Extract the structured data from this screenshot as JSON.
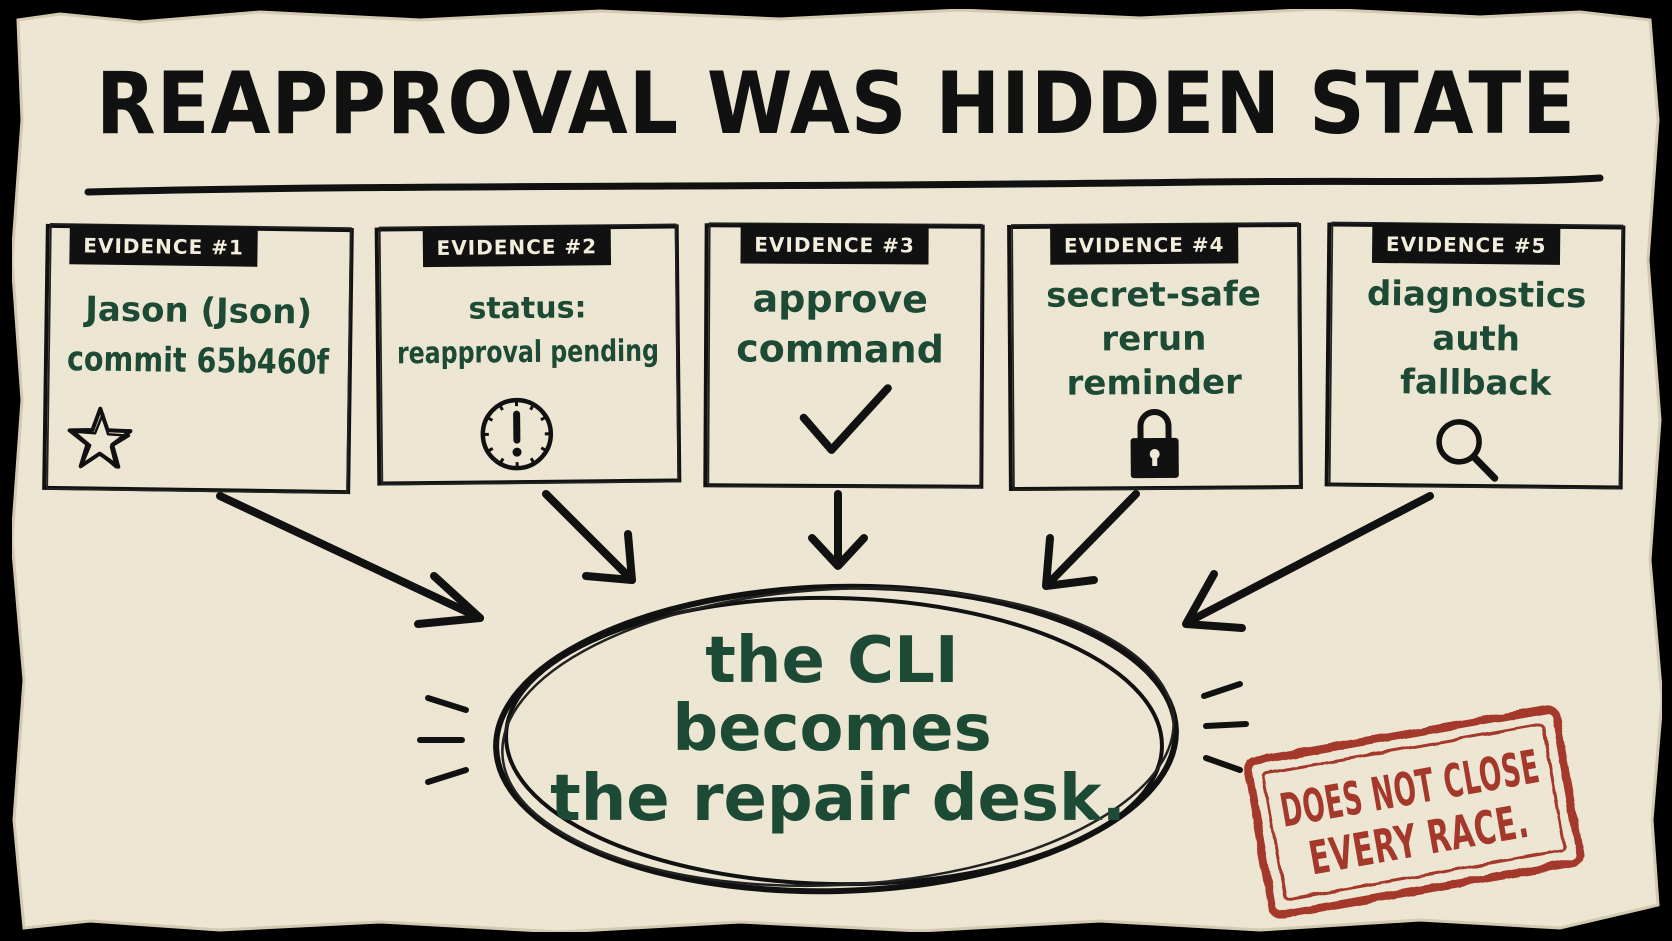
{
  "title": "REAPPROVAL WAS HIDDEN STATE",
  "evidence": [
    {
      "tag": "EVIDENCE #1",
      "lines": [
        "Jason (Json)",
        "commit 65b460f"
      ],
      "icon": "star-icon"
    },
    {
      "tag": "EVIDENCE #2",
      "lines": [
        "status:",
        "reapproval pending"
      ],
      "icon": "clock-alert-icon"
    },
    {
      "tag": "EVIDENCE #3",
      "lines": [
        "approve",
        "command"
      ],
      "icon": "checkmark-icon"
    },
    {
      "tag": "EVIDENCE #4",
      "lines": [
        "secret-safe",
        "rerun",
        "reminder"
      ],
      "icon": "lock-icon"
    },
    {
      "tag": "EVIDENCE #5",
      "lines": [
        "diagnostics",
        "auth",
        "fallback"
      ],
      "icon": "magnifier-icon"
    }
  ],
  "center": {
    "lines": [
      "the CLI",
      "becomes",
      "the repair desk."
    ]
  },
  "stamp": {
    "lines": [
      "DOES NOT CLOSE",
      "EVERY RACE."
    ]
  },
  "colors": {
    "paper": "#efe8d6",
    "ink": "#111111",
    "green_ink": "#1c4a34",
    "stamp_red": "#a4382a",
    "background": "#000000"
  }
}
